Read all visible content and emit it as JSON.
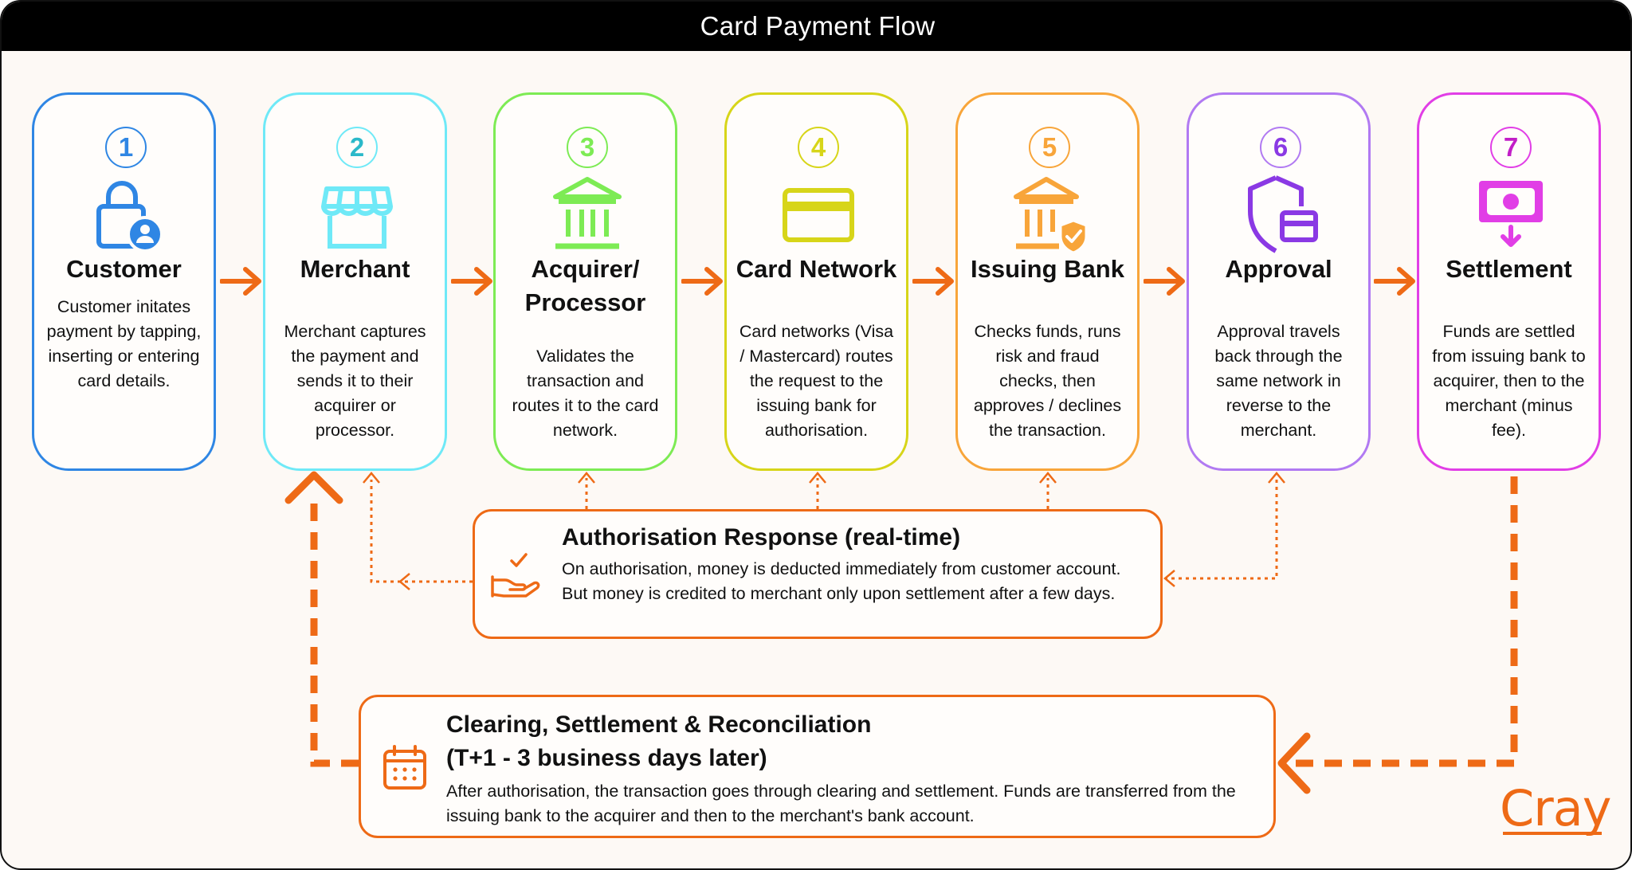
{
  "title": "Card Payment Flow",
  "colors": {
    "accent": "#ee6a16",
    "step1": "#2f86e4",
    "step2": "#6fe9f7",
    "step3": "#7deb54",
    "step4": "#d7d519",
    "step5": "#f8a53a",
    "step6": "#b17af2",
    "step7": "#e13ee6"
  },
  "steps": [
    {
      "number": "1",
      "title": "Customer",
      "description": "Customer initates payment by tapping, inserting or entering card details.",
      "icon": "lock-user-icon"
    },
    {
      "number": "2",
      "title": "Merchant",
      "description": "Merchant captures the payment and sends it to their acquirer or processor.",
      "icon": "store-icon"
    },
    {
      "number": "3",
      "title": "Acquirer/ Processor",
      "description": "Validates the transaction and routes it to the card network.",
      "icon": "bank-icon"
    },
    {
      "number": "4",
      "title": "Card Network",
      "description": "Card networks (Visa / Mastercard) routes the request to the issuing bank for authorisation.",
      "icon": "credit-card-icon"
    },
    {
      "number": "5",
      "title": "Issuing Bank",
      "description": "Checks funds, runs risk and fraud checks, then approves / declines the transaction.",
      "icon": "bank-shield-icon"
    },
    {
      "number": "6",
      "title": "Approval",
      "description": "Approval travels back through the same network in reverse to the merchant.",
      "icon": "shield-card-icon"
    },
    {
      "number": "7",
      "title": "Settlement",
      "description": "Funds are settled from issuing bank to acquirer, then to the merchant (minus fee).",
      "icon": "money-down-icon"
    }
  ],
  "auth_response": {
    "title": "Authorisation Response (real-time)",
    "description": "On authorisation, money is deducted immediately from customer account. But money is credited to merchant only upon settlement after a few days.",
    "icon": "hand-check-icon"
  },
  "clearing": {
    "title_line1": "Clearing, Settlement & Reconciliation",
    "title_line2": "(T+1 - 3 business days later)",
    "description": "After authorisation, the transaction goes through clearing and settlement. Funds are transferred from the issuing bank to the acquirer and then to the merchant's bank account.",
    "icon": "calendar-icon"
  },
  "logo": "Cray"
}
